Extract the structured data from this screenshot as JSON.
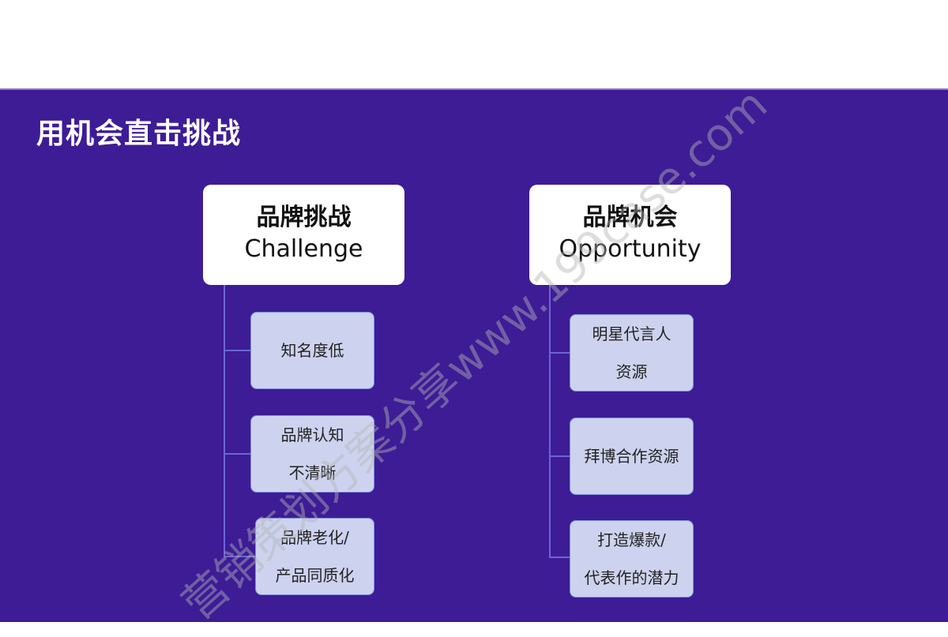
{
  "slide": {
    "title": "用机会直击挑战",
    "background_color": "#3d1c96",
    "box_color": "#cdd3ee"
  },
  "challenge": {
    "title_cn": "品牌挑战",
    "title_en": "Challenge",
    "items": [
      "知名度低",
      "品牌认知\n不清晰",
      "品牌老化/\n产品同质化"
    ]
  },
  "opportunity": {
    "title_cn": "品牌机会",
    "title_en": "Opportunity",
    "items": [
      "明星代言人\n资源",
      "拜博合作资源",
      "打造爆款/\n代表作的潜力"
    ]
  },
  "watermark": "营销策划方案分享www.199case.com"
}
